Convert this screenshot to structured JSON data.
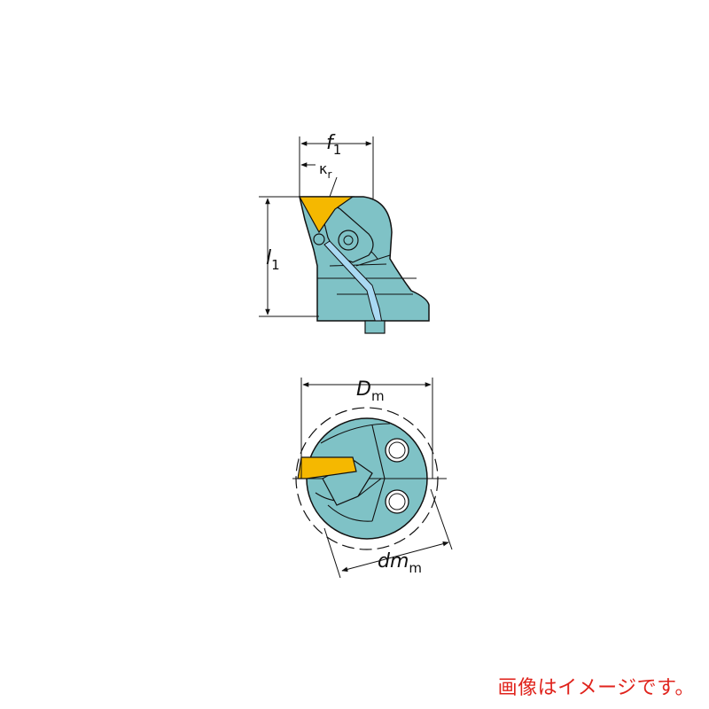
{
  "dimensions": {
    "f1": {
      "symbol": "f",
      "sub": "1"
    },
    "kr": {
      "symbol": "κ",
      "sub": "r"
    },
    "l1": {
      "symbol": "l",
      "sub": "1"
    },
    "Dm": {
      "symbol": "D",
      "sub": "m"
    },
    "dmm": {
      "symbol": "dm",
      "sub": "m"
    }
  },
  "caption": "画像はイメージです。",
  "colors": {
    "body": "#7fc2c6",
    "insert": "#f5b800",
    "coolant": "#a9d9f2",
    "line": "#111111",
    "caption": "#e0231c"
  }
}
